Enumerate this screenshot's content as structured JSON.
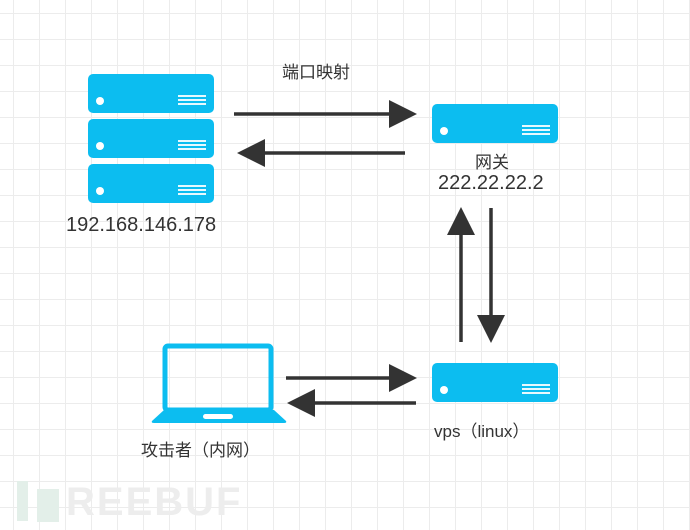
{
  "diagram": {
    "title": "端口映射",
    "nodes": {
      "internal_server": {
        "label": "192.168.146.178",
        "icon": "server-stack-icon"
      },
      "gateway": {
        "name": "网关",
        "ip": "222.22.22.2",
        "icon": "server-icon"
      },
      "vps": {
        "label": "vps（linux）",
        "icon": "server-icon"
      },
      "attacker": {
        "label": "攻击者（内网）",
        "icon": "laptop-icon"
      }
    },
    "edges": [
      {
        "from": "internal_server",
        "to": "gateway",
        "label": "端口映射"
      },
      {
        "from": "gateway",
        "to": "internal_server"
      },
      {
        "from": "gateway",
        "to": "vps"
      },
      {
        "from": "vps",
        "to": "gateway"
      },
      {
        "from": "attacker",
        "to": "vps"
      },
      {
        "from": "vps",
        "to": "attacker"
      }
    ],
    "colors": {
      "device": "#0cbdf0",
      "arrow": "#333333",
      "grid": "#ececec"
    }
  },
  "watermark": "FREEBUF"
}
